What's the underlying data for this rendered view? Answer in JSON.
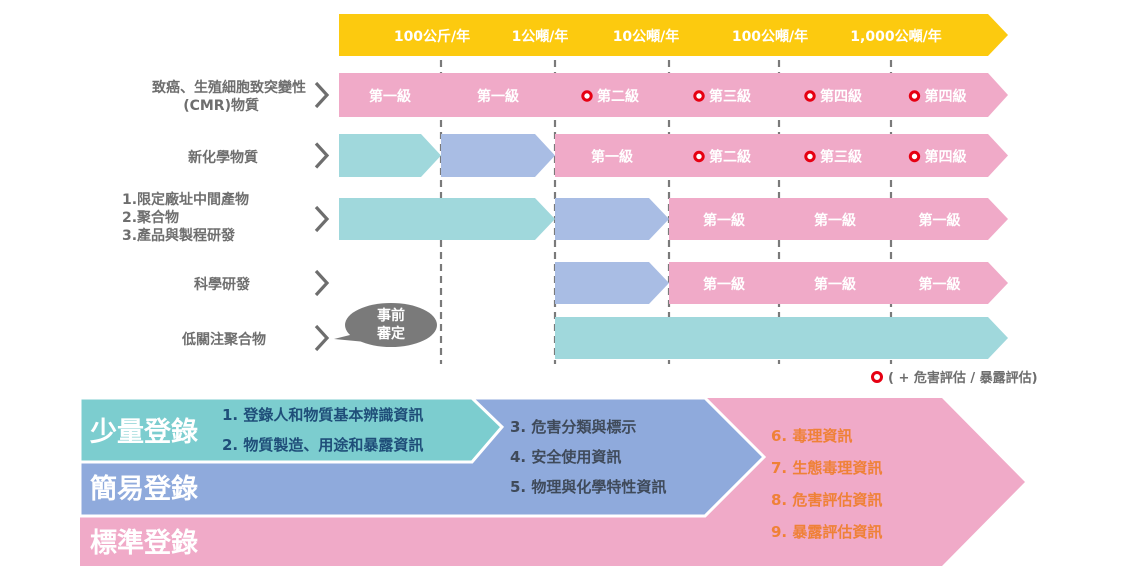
{
  "colors": {
    "yellow": "#fcca0f",
    "pink": "#f0aac8",
    "teal": "#a0d8dc",
    "blue": "#a9bde4",
    "teal_dark": "#7ccdcf",
    "blue_dark": "#8faadc",
    "gray_text": "#6e6e6e",
    "dark_text": "#3f4a5a",
    "orange_text": "#ef8137",
    "marker_red": "#e60012",
    "bubble": "#7a7a7a"
  },
  "tonnage_axis": {
    "labels": [
      "100公斤/年",
      "1公噸/年",
      "10公噸/年",
      "100公噸/年",
      "1,000公噸/年"
    ]
  },
  "rows": [
    {
      "label_lines": [
        "致癌、生殖細胞致突變性",
        "(CMR)物質"
      ],
      "segments": [
        {
          "text": "第一級",
          "color": "pink",
          "marker": false
        },
        {
          "text": "第一級",
          "color": "pink",
          "marker": false
        },
        {
          "text": "第二級",
          "color": "pink",
          "marker": true
        },
        {
          "text": "第三級",
          "color": "pink",
          "marker": true
        },
        {
          "text": "第四級",
          "color": "pink",
          "marker": true
        },
        {
          "text": "第四級",
          "color": "pink",
          "marker": true
        }
      ]
    },
    {
      "label_lines": [
        "新化學物質"
      ],
      "segments": [
        {
          "text": "",
          "color": "teal",
          "marker": false
        },
        {
          "text": "",
          "color": "blue",
          "marker": false
        },
        {
          "text": "第一級",
          "color": "pink",
          "marker": false
        },
        {
          "text": "第二級",
          "color": "pink",
          "marker": true
        },
        {
          "text": "第三級",
          "color": "pink",
          "marker": true
        },
        {
          "text": "第四級",
          "color": "pink",
          "marker": true
        }
      ]
    },
    {
      "label_lines": [
        "1.限定廠址中間產物",
        "2.聚合物",
        "3.產品與製程研發"
      ],
      "segments": [
        {
          "text": "",
          "color": "teal",
          "marker": false
        },
        {
          "text": "",
          "color": "blue",
          "marker": false
        },
        {
          "text": "第一級",
          "color": "pink",
          "marker": false
        },
        {
          "text": "第一級",
          "color": "pink",
          "marker": false
        },
        {
          "text": "第一級",
          "color": "pink",
          "marker": false
        }
      ]
    },
    {
      "label_lines": [
        "科學研發"
      ],
      "segments": [
        {
          "text": "",
          "color": "blue",
          "marker": false
        },
        {
          "text": "第一級",
          "color": "pink",
          "marker": false
        },
        {
          "text": "第一級",
          "color": "pink",
          "marker": false
        },
        {
          "text": "第一級",
          "color": "pink",
          "marker": false
        }
      ]
    },
    {
      "label_lines": [
        "低關注聚合物"
      ],
      "bubble_lines": [
        "事前",
        "審定"
      ],
      "segments": [
        {
          "text": "",
          "color": "teal",
          "marker": false
        }
      ]
    }
  ],
  "legend": {
    "text": "( + 危害評估 / 暴露評估)"
  },
  "registration": {
    "small": {
      "title": "少量登錄",
      "items": [
        "1. 登錄人和物質基本辨識資訊",
        "2. 物質製造、用途和暴露資訊"
      ]
    },
    "simple": {
      "title": "簡易登錄",
      "items": [
        "3. 危害分類與標示",
        "4. 安全使用資訊",
        "5. 物理與化學特性資訊"
      ]
    },
    "standard": {
      "title": "標準登錄",
      "items": [
        "6. 毒理資訊",
        "7. 生態毒理資訊",
        "8. 危害評估資訊",
        "9. 暴露評估資訊"
      ]
    }
  }
}
